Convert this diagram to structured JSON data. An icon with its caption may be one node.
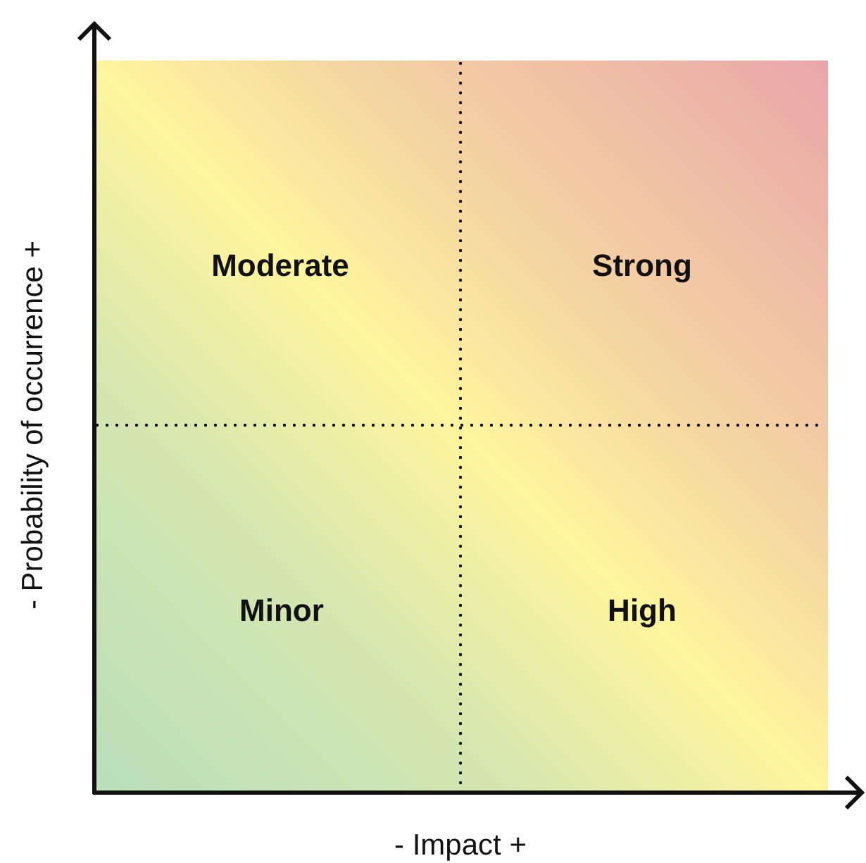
{
  "diagram": {
    "labels": [
      "Moderate",
      "Strong",
      "Minor",
      "High",
      "- Probability of occurrence +",
      "- Impact +"
    ]
  }
}
